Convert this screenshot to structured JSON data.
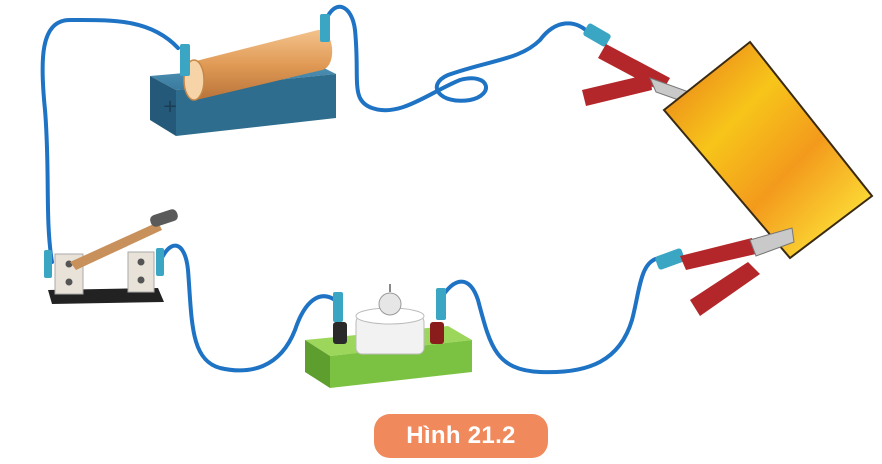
{
  "figure": {
    "caption": "Hình 21.2",
    "battery_sign": "+"
  },
  "colors": {
    "wire": "#1e73c4",
    "clip_cyan": "#3aa6c4",
    "battery_box": "#2e6d8e",
    "battery_cell": "#e0a060",
    "switch_base": "#222222",
    "lamp_base": "#7cc242",
    "alligator_clip": "#b3272a",
    "plate_orange": "#f08a1e",
    "caption_bg": "#f08a5d"
  },
  "components": [
    "battery",
    "switch",
    "lamp",
    "alligator-clip-top",
    "alligator-clip-bottom",
    "metal-plate"
  ]
}
